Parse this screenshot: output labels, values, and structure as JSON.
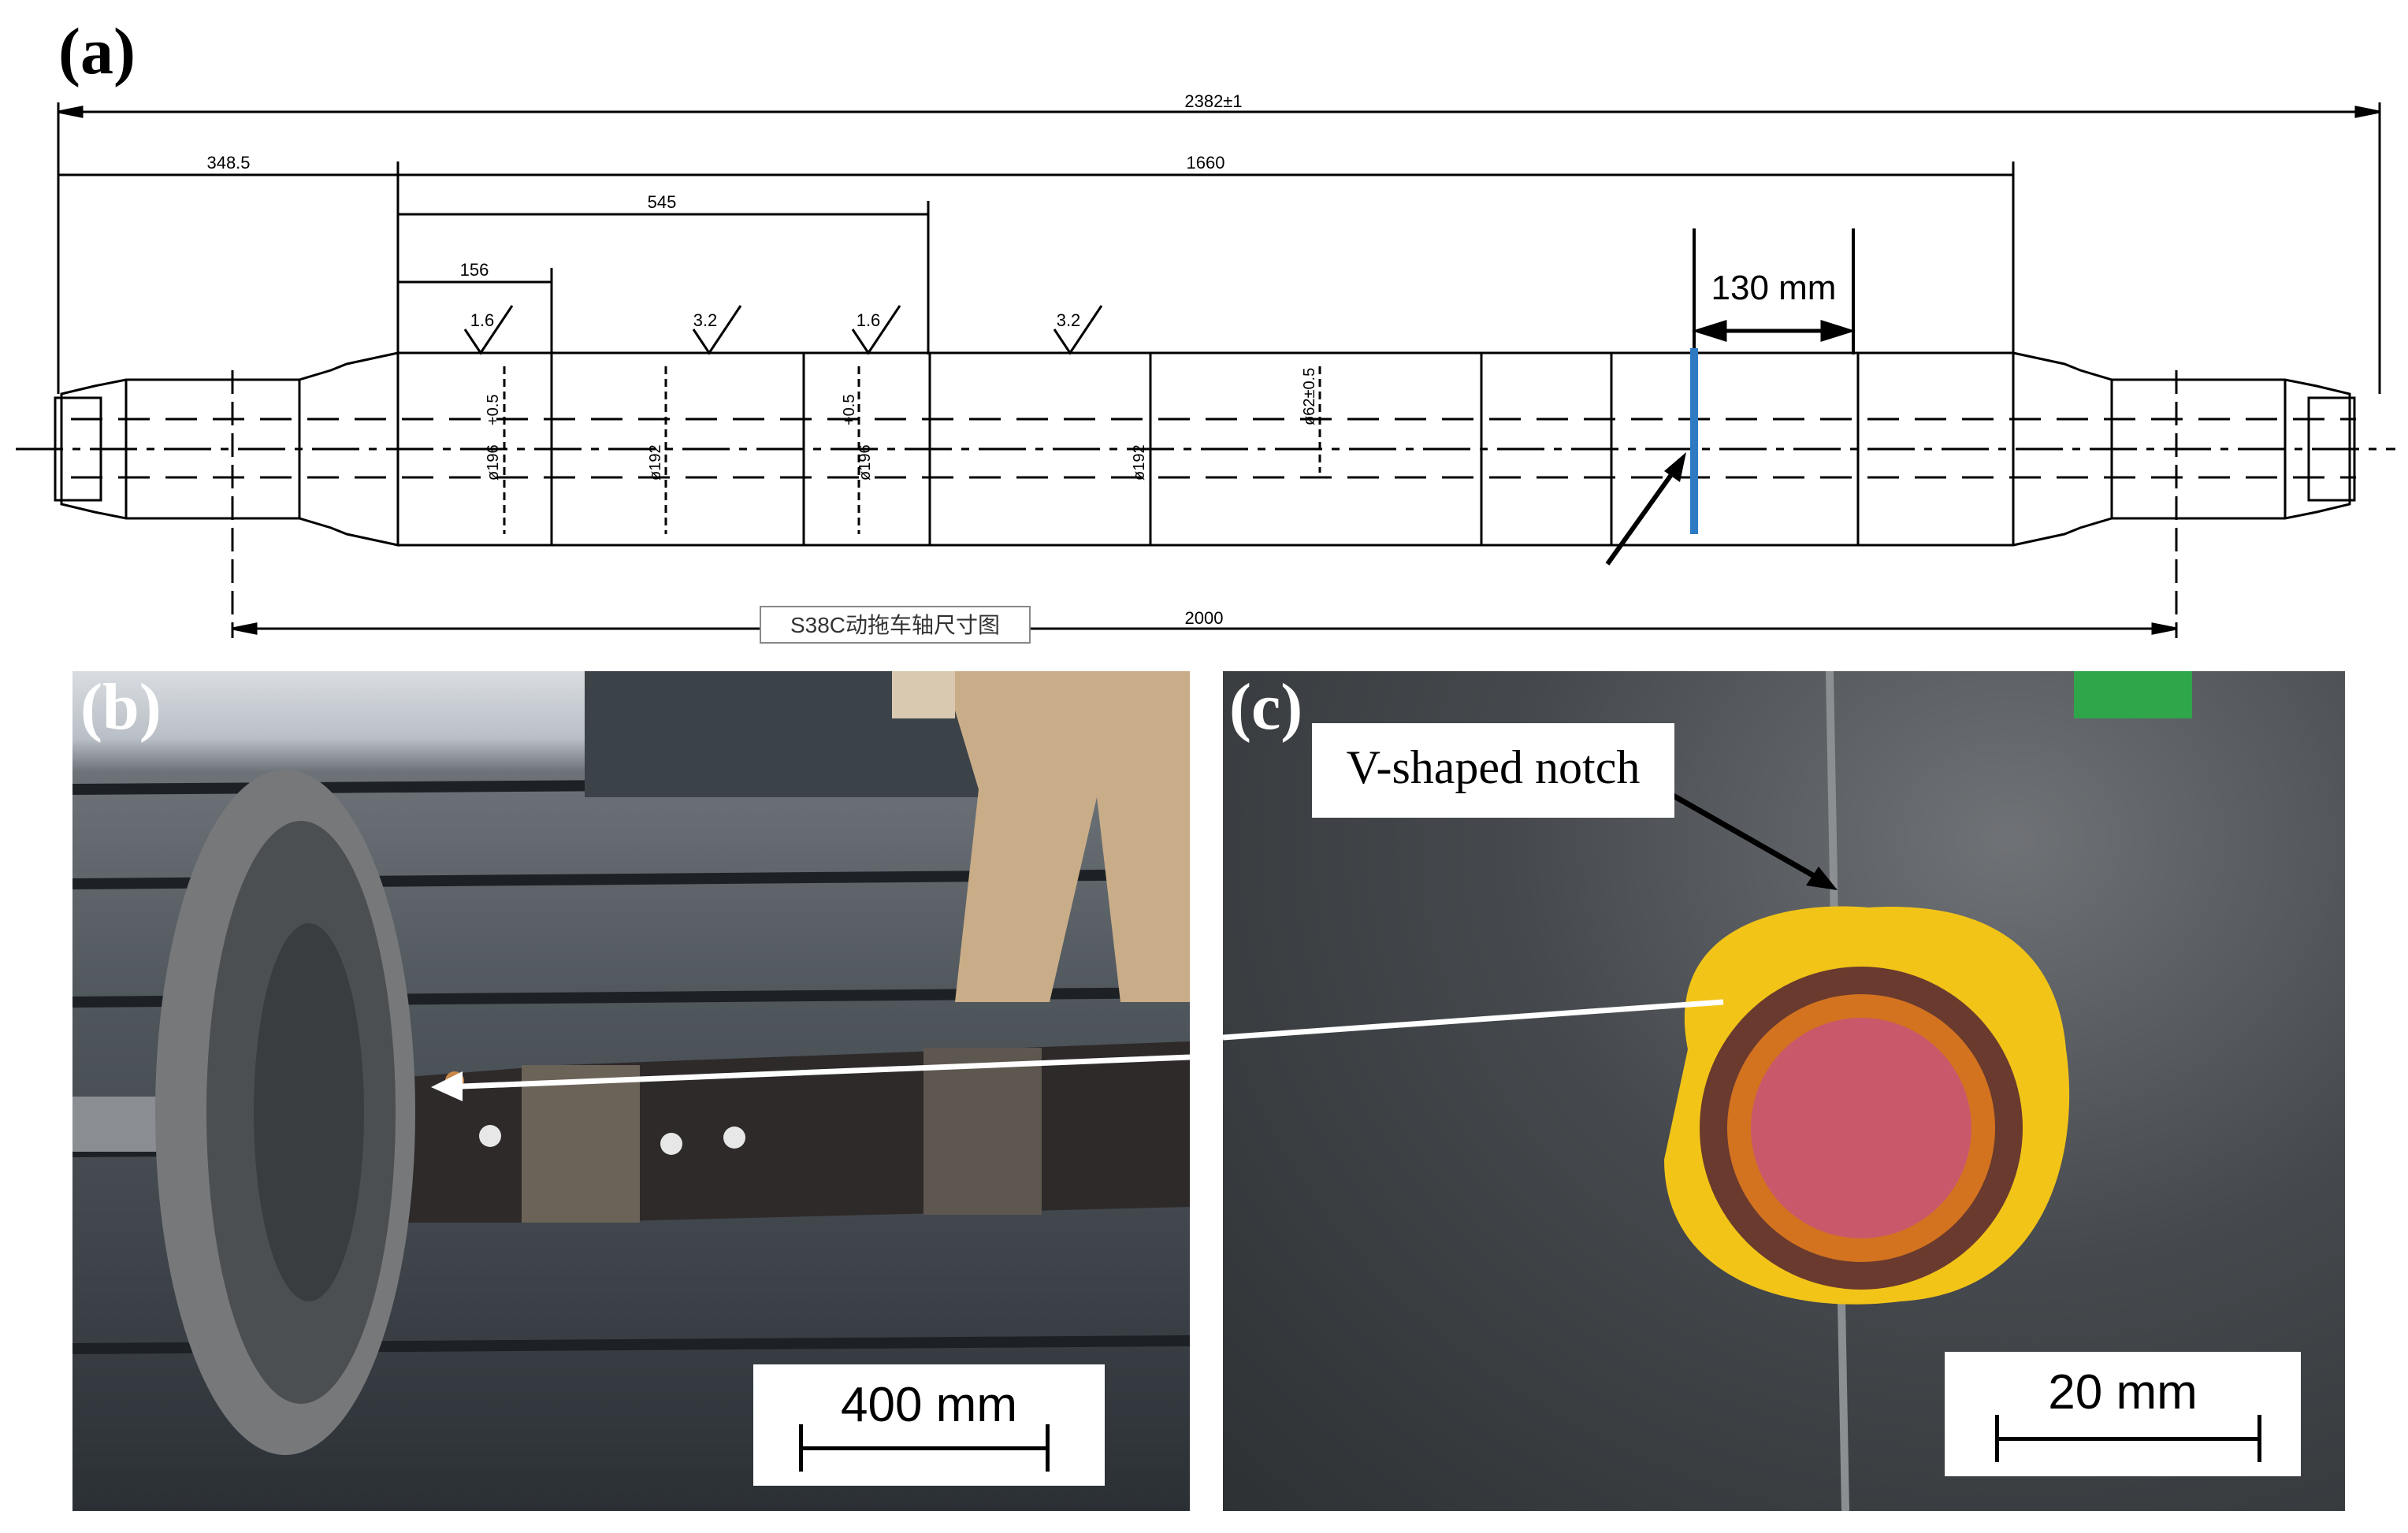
{
  "panels": {
    "a": "(a)",
    "b": "(b)",
    "c": "(c)"
  },
  "drawing": {
    "dim_total": "2382±1",
    "dim_left": "348.5",
    "dim_middle": "1660",
    "dim_545": "545",
    "dim_156": "156",
    "dim_130": "130 mm",
    "dim_bottom": "2000",
    "roughness_1": "1.6",
    "roughness_2": "3.2",
    "roughness_3": "1.6",
    "roughness_4": "3.2",
    "diameter_1": "ø196",
    "diameter_1_tol": "+0.5",
    "diameter_2": "ø192",
    "diameter_3": "ø196",
    "diameter_3_tol": "+0.5",
    "diameter_4": "ø192",
    "bore": "ø62±0.5",
    "caption": "S38C动拖车轴尺寸图"
  },
  "photo_b": {
    "scale_label": "400 mm"
  },
  "photo_c": {
    "notch_label": "V-shaped notch",
    "scale_label": "20 mm"
  },
  "colors": {
    "marker_blue": "#2e7bc4",
    "tire_yellow": "#f2c418"
  }
}
